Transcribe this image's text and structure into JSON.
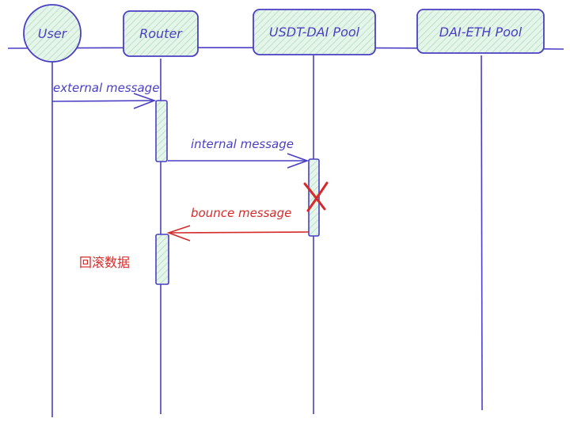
{
  "participants": {
    "user": "User",
    "router": "Router",
    "pool_a": "USDT-DAI Pool",
    "pool_b": "DAI-ETH Pool"
  },
  "messages": {
    "external": "external message",
    "internal": "internal message",
    "bounce": "bounce message"
  },
  "annotations": {
    "rollback": "回滚数据"
  },
  "colors": {
    "stroke": "#4a3fc4",
    "fill": "#d9f2df",
    "error": "#d62a2a"
  }
}
